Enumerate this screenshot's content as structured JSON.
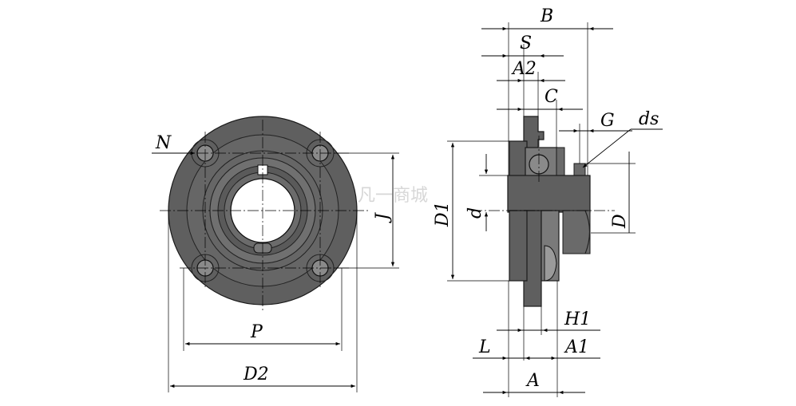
{
  "watermark": {
    "text": "凡一商城"
  },
  "front_view": {
    "labels": {
      "N": "N",
      "P": "P",
      "D2": "D2",
      "J": "J"
    }
  },
  "side_view": {
    "labels": {
      "B": "B",
      "S": "S",
      "A2": "A2",
      "C": "C",
      "G": "G",
      "ds": "ds",
      "D1": "D1",
      "d": "d",
      "D": "D",
      "H1": "H1",
      "L": "L",
      "A1": "A1",
      "A": "A"
    }
  }
}
